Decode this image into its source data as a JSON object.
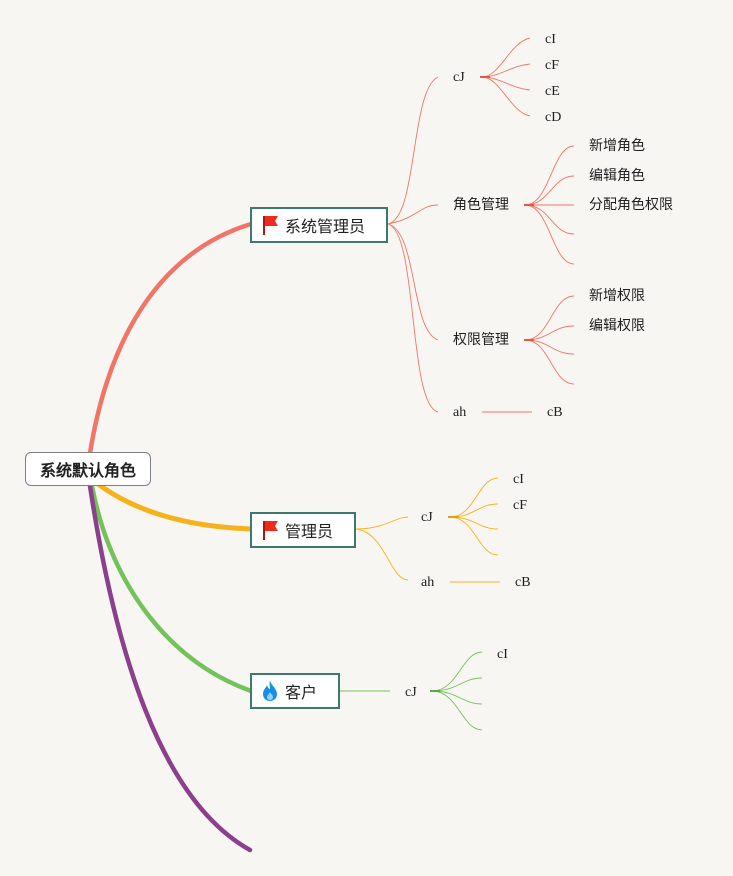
{
  "root": {
    "label": "系统默认角色"
  },
  "branches": {
    "admin": {
      "label": "系统管理员",
      "icon": "red-flag-icon",
      "color": "#f07566",
      "children": {
        "cj": {
          "label": "cJ",
          "items": [
            "cI",
            "cF",
            "cE",
            "cD"
          ]
        },
        "role_mgmt": {
          "label": "角色管理",
          "items": [
            "新增角色",
            "编辑角色",
            "分配角色权限"
          ]
        },
        "perm_mgmt": {
          "label": "权限管理",
          "items": [
            "新增权限",
            "编辑权限"
          ]
        },
        "ah": {
          "label": "ah",
          "items": [
            "cB"
          ]
        }
      }
    },
    "manager": {
      "label": "管理员",
      "icon": "red-flag-icon",
      "color": "#f5b21c",
      "children": {
        "cj": {
          "label": "cJ",
          "items": [
            "cI",
            "cF"
          ]
        },
        "ah": {
          "label": "ah",
          "items": [
            "cB"
          ]
        }
      }
    },
    "customer": {
      "label": "客户",
      "icon": "blue-flame-icon",
      "color": "#74c25a",
      "children": {
        "cj": {
          "label": "cJ",
          "items": [
            "cI"
          ]
        }
      }
    },
    "purple_branch_color": "#8b3f8c"
  }
}
